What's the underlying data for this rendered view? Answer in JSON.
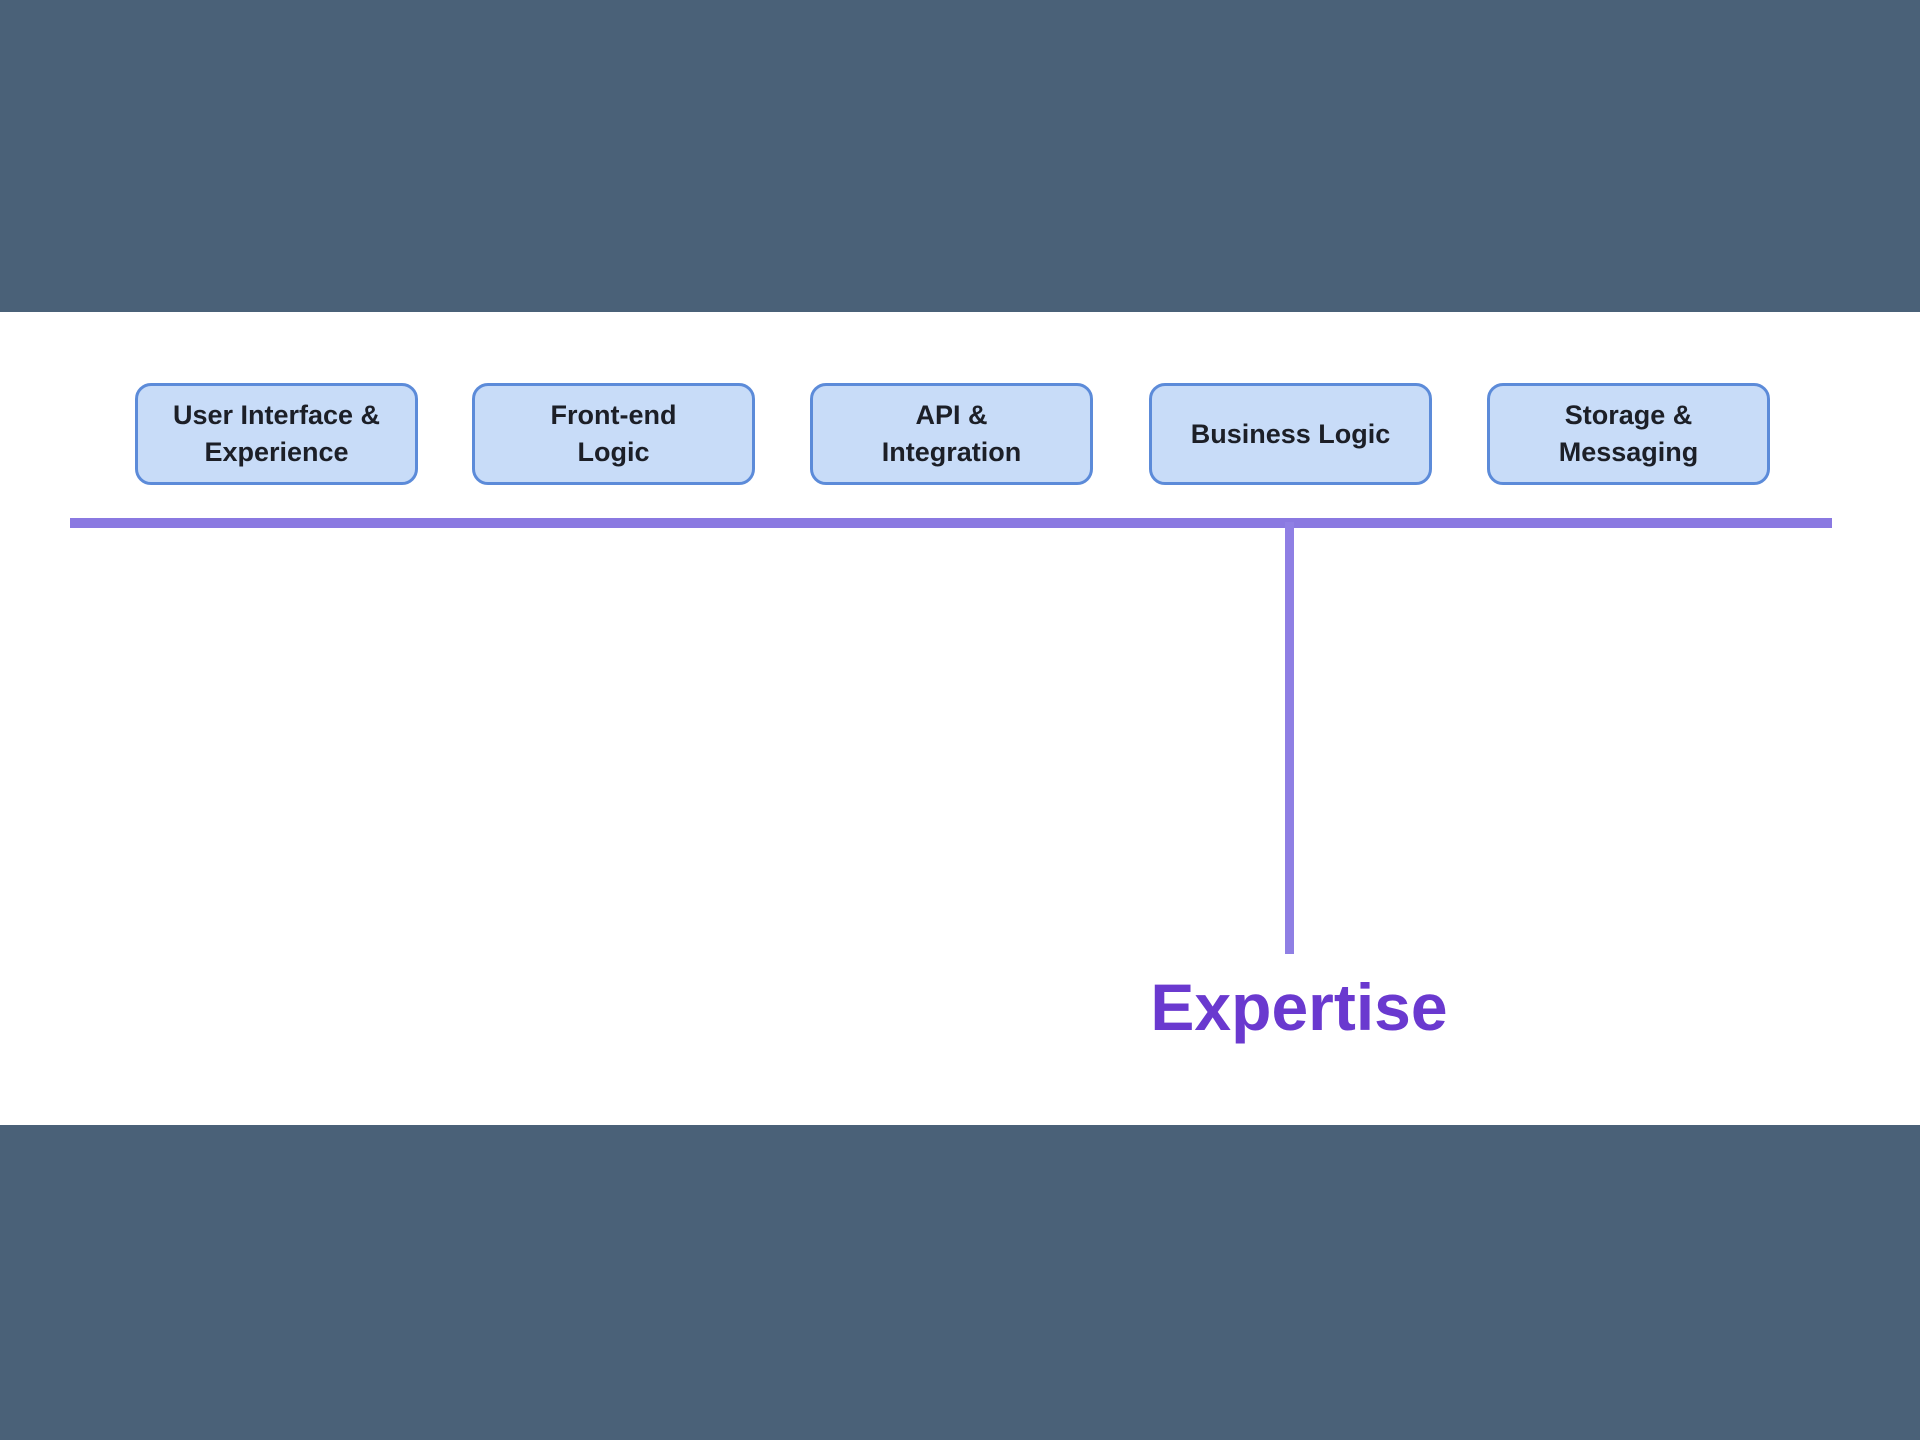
{
  "page": {
    "background": "#ffffff",
    "band_color": "#4a6178"
  },
  "diagram": {
    "nodes": [
      {
        "label": "User Interface & Experience",
        "lines": [
          "User Interface &",
          "Experience"
        ]
      },
      {
        "label": "Front-end Logic",
        "lines": [
          "Front-end",
          "Logic"
        ]
      },
      {
        "label": "API & Integration",
        "lines": [
          "API &",
          "Integration"
        ]
      },
      {
        "label": "Business Logic",
        "lines": [
          "Business Logic"
        ]
      },
      {
        "label": "Storage & Messaging",
        "lines": [
          "Storage &",
          "Messaging"
        ]
      }
    ],
    "root": {
      "label": "Expertise"
    },
    "colors": {
      "node_fill": "#c8dcf8",
      "node_border": "#5c8bd9",
      "node_text": "#1c1f27",
      "connector": "#8a79e1",
      "root_text": "#6a39cf"
    }
  }
}
